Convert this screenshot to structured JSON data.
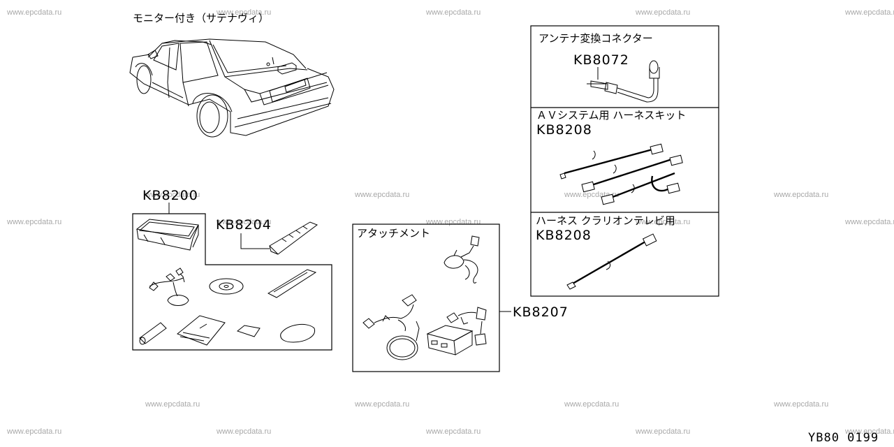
{
  "vehicle_caption": "モニター付き（サテナヴィ）",
  "parts": {
    "kb8200": "KB8200",
    "kb8204": "KB8204",
    "kb8207": "KB8207",
    "kb8072": "KB8072",
    "kb8208_av": "KB8208",
    "kb8208_tv": "KB8208"
  },
  "boxes": {
    "attachment_title": "アタッチメント",
    "antenna_title": "アンテナ変換コネクター",
    "av_title": "ＡＶシステム用 ハーネスキット",
    "tv_title": "ハーネス クラリオンテレビ用"
  },
  "watermark": "www.epcdata.ru",
  "diagram_code": "YB80 0199",
  "colors": {
    "line": "#000000",
    "watermark": "#a8a8a8",
    "background": "#ffffff"
  }
}
